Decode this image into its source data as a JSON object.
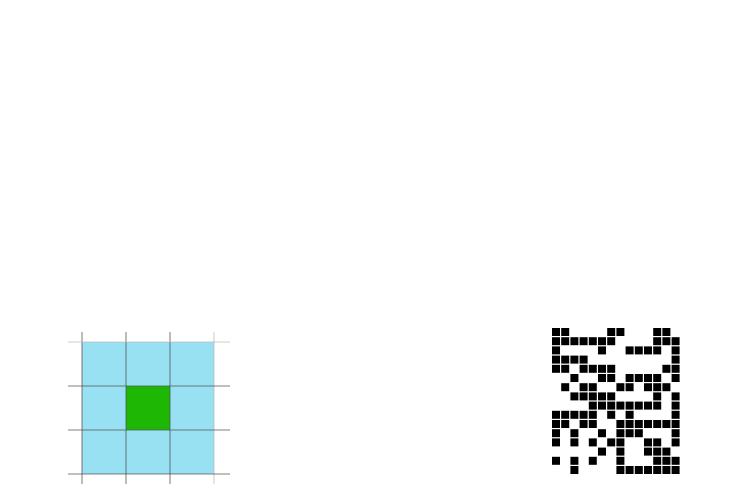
{
  "grid_diagram": {
    "rows": 3,
    "cols": 3,
    "highlighted_cell": {
      "row": 1,
      "col": 1
    },
    "colors": {
      "cell_fill": "#97e1f2",
      "highlight_fill": "#1db704",
      "grid_line": "#555555",
      "guide_line": "#bbbbbb"
    }
  },
  "pixel_pattern": {
    "color": "#000000",
    "rows": [
      "11000011000110",
      "11111110000111",
      "10000100111101",
      "11110000000001",
      "11011110000011",
      "00100110111101",
      "01011001101110",
      "00111110000101",
      "00001111111101",
      "11111010100001",
      "11011001111111",
      "10100101110001",
      "10101011001101",
      "00000101001110",
      "10101001000111",
      "00100001111111"
    ]
  }
}
